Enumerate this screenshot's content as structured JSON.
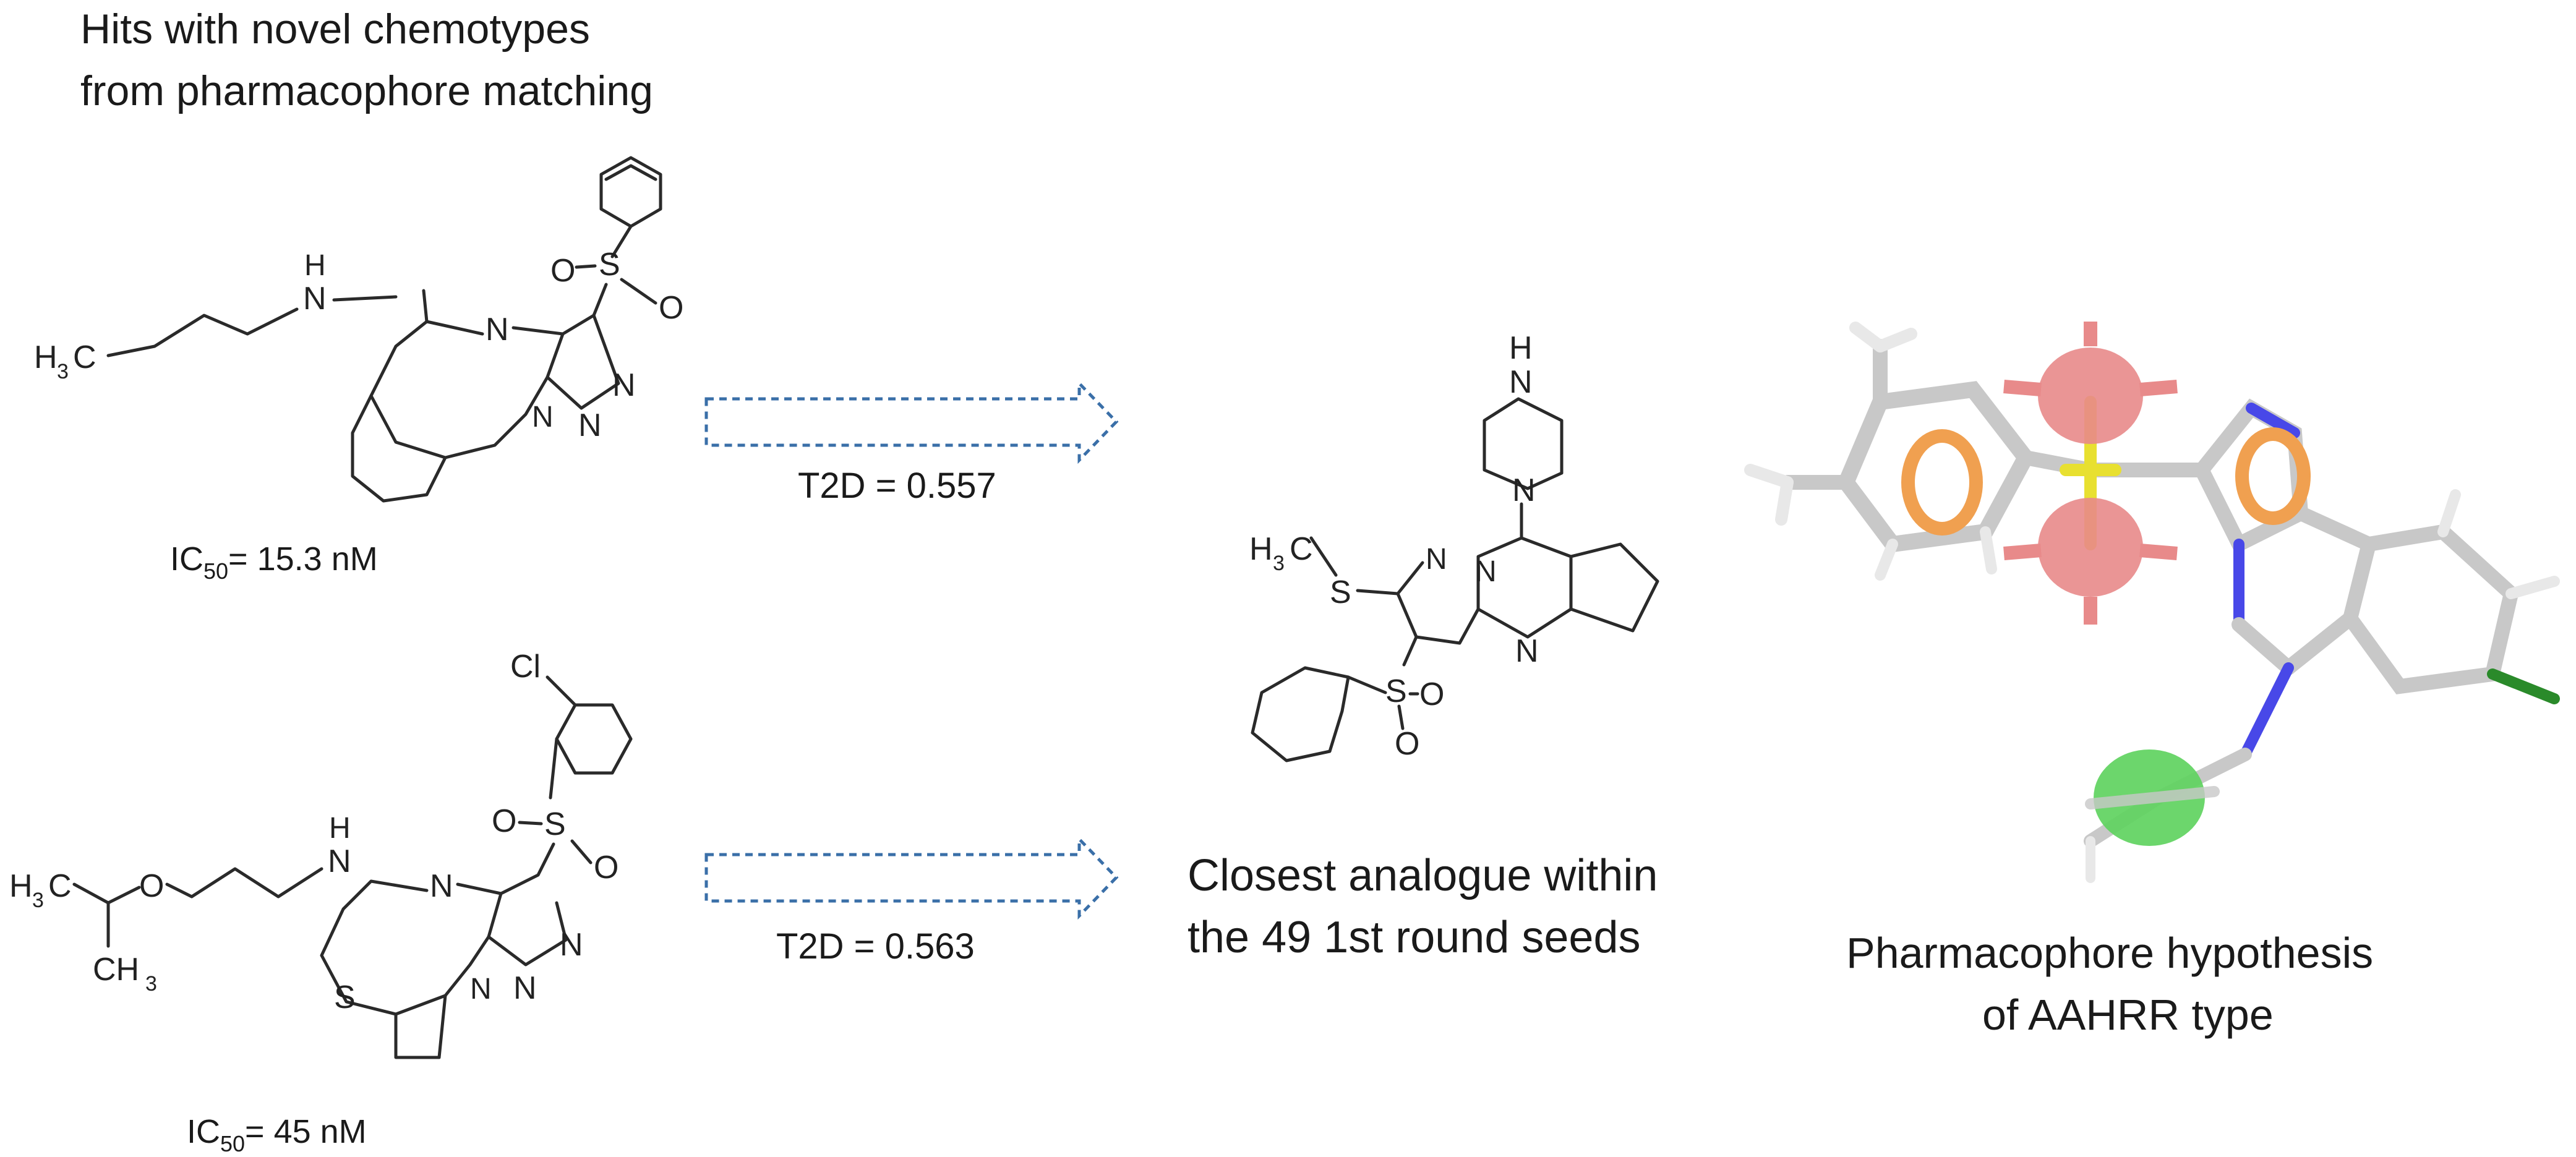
{
  "heading": {
    "line1": "Hits with novel chemotypes",
    "line2": "from pharmacophore matching"
  },
  "hit1": {
    "ic50_prefix": "IC",
    "ic50_sub": "50",
    "ic50_value": "= 15.3 nM",
    "atoms": {
      "nh_n": "N",
      "nh_h": "H",
      "methyl_h": "H",
      "methyl_3": "3",
      "methyl_c": "C",
      "ring_n1": "N",
      "ring_n2": "N",
      "ring_n3": "N",
      "ring_n4": "N",
      "sulfonyl_s": "S",
      "sulfonyl_o1": "O",
      "sulfonyl_o2": "O"
    },
    "t2d": "T2D = 0.557"
  },
  "hit2": {
    "ic50_prefix": "IC",
    "ic50_sub": "50",
    "ic50_value": "= 45 nM",
    "atoms": {
      "cl": "Cl",
      "nh_n": "N",
      "nh_h": "H",
      "h3c_h": "H",
      "h3c_3": "3",
      "h3c_c": "C",
      "ether_o": "O",
      "ch3_c": "CH",
      "ch3_3": "3",
      "ring_n1": "N",
      "ring_n2": "N",
      "ring_n3": "N",
      "ring_n4": "N",
      "thiophene_s": "S",
      "sulfonyl_s": "S",
      "sulfonyl_o1": "O",
      "sulfonyl_o2": "O"
    },
    "t2d": "T2D = 0.563"
  },
  "analogue": {
    "caption_line1": "Closest analogue within",
    "caption_line2": "the 49 1st round seeds",
    "atoms": {
      "piperazine_nh_n": "N",
      "piperazine_nh_h": "H",
      "piperazine_n": "N",
      "h3c_h": "H",
      "h3c_3": "3",
      "h3c_c": "C",
      "thio_s": "S",
      "pyrazole_n1": "N",
      "pyrazole_n2": "N",
      "pyrimidine_n": "N",
      "sulfonyl_s": "S",
      "sulfonyl_o1": "O",
      "sulfonyl_o2": "O"
    }
  },
  "pharmacophore": {
    "caption_line1": "Pharmacophore hypothesis",
    "caption_line2": "of AAHRR type",
    "feature_colors": {
      "acceptor": "#e88a8a",
      "hydrophobic": "#5fd35f",
      "aromatic_ring": "#f0a050",
      "sulfur_bond": "#e8e030",
      "nitrogen": "#4848e8",
      "chlorine": "#2a8a2a"
    }
  }
}
